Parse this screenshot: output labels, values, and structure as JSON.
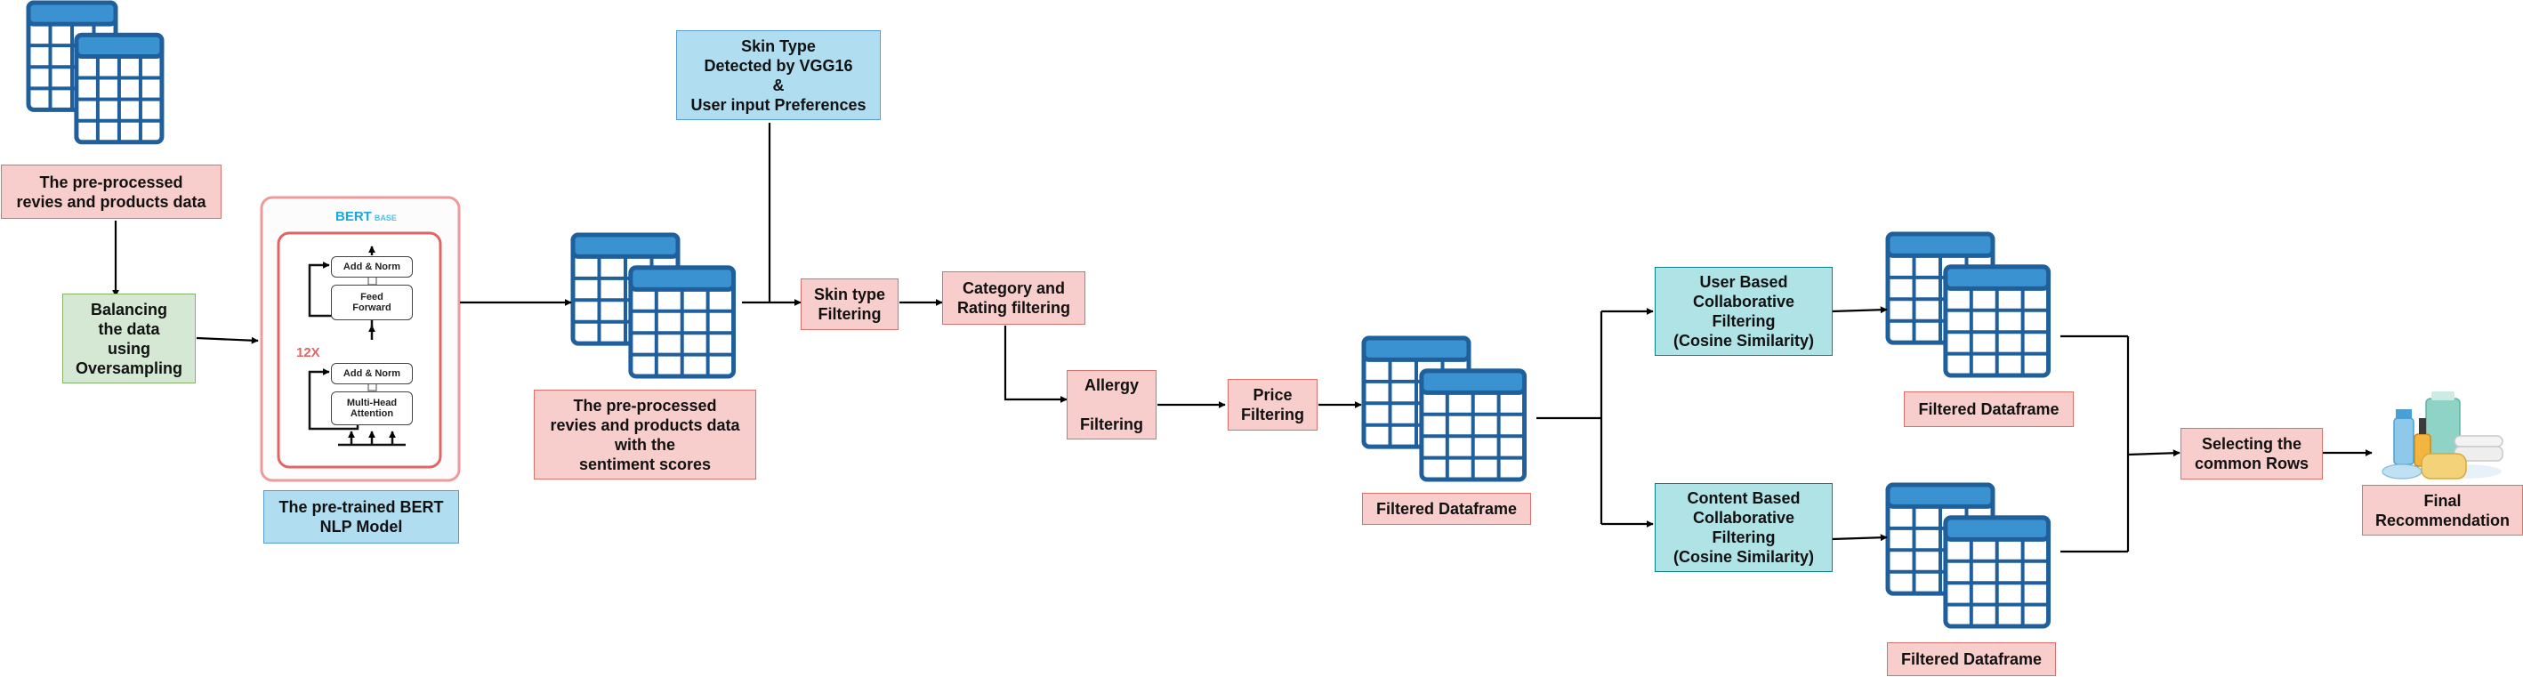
{
  "colors": {
    "arrow": "#000000",
    "table_header": "#3a93d0",
    "table_border": "#1f5f9c",
    "pink_fill": "#f8cecc",
    "green_fill": "#d5e8d4",
    "blue_fill": "#b1ddf0",
    "teal_fill": "#b0e3e6",
    "bert_red": "#e06666",
    "bert_blue": "#1aa7e0"
  },
  "labels": {
    "preprocessed_top": "The pre-processed\nrevies and products data",
    "balancing": "Balancing\nthe data\nusing\nOversampling",
    "bert_model": "The pre-trained BERT\nNLP Model",
    "preprocessed_sentiment": "The pre-processed\nrevies and products data\nwith the\nsentiment scores",
    "skin_type_detected": "Skin Type\nDetected by VGG16\n&\nUser input Preferences",
    "skin_type_filtering": "Skin type\nFiltering",
    "category_rating": "Category and\nRating filtering",
    "allergy": "Allergy\n\nFiltering",
    "price": "Price\nFiltering",
    "filtered_df_main": "Filtered Dataframe",
    "user_based": "User Based\nCollaborative\nFiltering\n(Cosine  Similarity)",
    "content_based": "Content Based\nCollaborative\nFiltering\n(Cosine  Similarity)",
    "filtered_df_user": "Filtered Dataframe",
    "filtered_df_content": "Filtered Dataframe",
    "selecting_common": "Selecting the\ncommon Rows",
    "final_recommendation": "Final\nRecommendation"
  },
  "bert": {
    "title": "BERT",
    "subtitle": "BASE",
    "add_norm_top": "Add & Norm",
    "feed_forward": "Feed\nForward",
    "add_norm_bottom": "Add & Norm",
    "multi_head": "Multi-Head\nAttention",
    "repeat": "12X"
  },
  "icons": {
    "dataset_stacks": "table-stack-icon",
    "bert": "bert-architecture-icon",
    "products": "skincare-products-icon"
  }
}
